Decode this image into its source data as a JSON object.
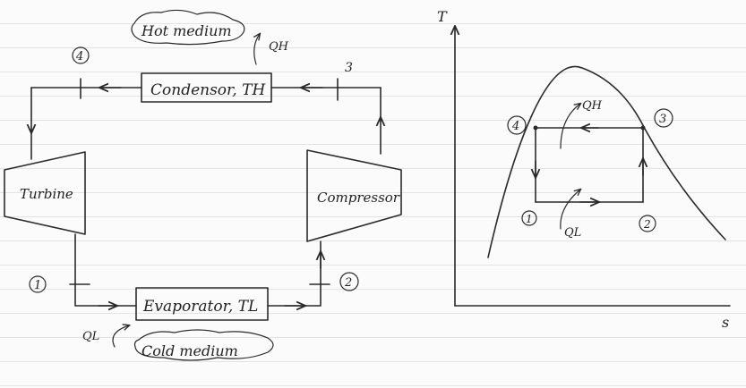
{
  "cycle": {
    "hot_medium": "Hot medium",
    "q_h": "QH",
    "condenser": "Condensor, TH",
    "turbine": "Turbine",
    "compressor": "Compressor",
    "evaporator": "Evaporator, TL",
    "cold_medium": "Cold medium",
    "q_l": "QL",
    "states": [
      "1",
      "2",
      "3",
      "4"
    ]
  },
  "ts_diagram": {
    "t_axis": "T",
    "s_axis": "s",
    "q_h": "QH",
    "q_l": "QL",
    "states": [
      "1",
      "2",
      "3",
      "4"
    ]
  }
}
